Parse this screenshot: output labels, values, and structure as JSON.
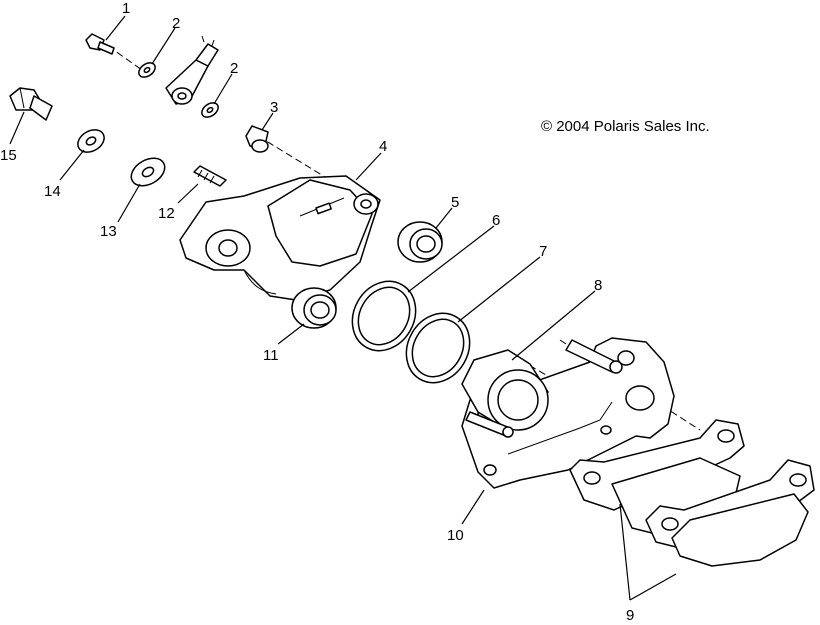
{
  "copyright": "© 2004 Polaris Sales Inc.",
  "callouts": {
    "c1": "1",
    "c2a": "2",
    "c2b": "2",
    "c3": "3",
    "c4": "4",
    "c5": "5",
    "c6": "6",
    "c7": "7",
    "c8": "8",
    "c9": "9",
    "c10": "10",
    "c11": "11",
    "c12": "12",
    "c13": "13",
    "c14": "14",
    "c15": "15"
  }
}
